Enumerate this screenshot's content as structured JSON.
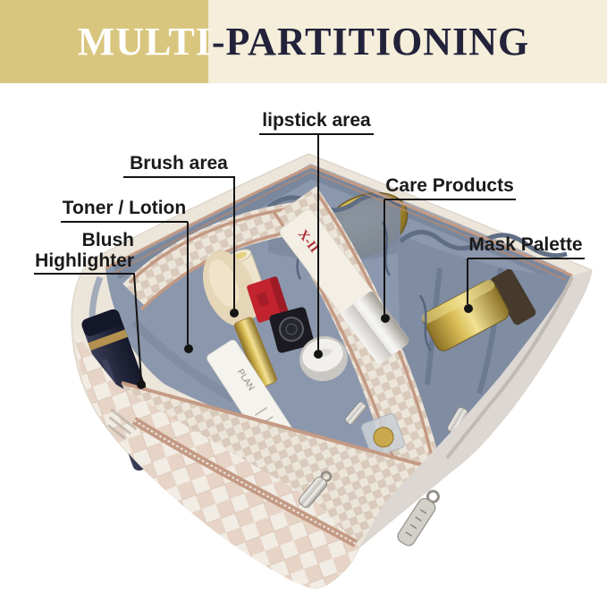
{
  "theme": {
    "background": "#ffffff",
    "banner_gold": "#d9c67e",
    "banner_cream": "#f4eeda",
    "title_navy": "#22223a",
    "title_white": "#ffffff",
    "label_ink": "#1a1a1a",
    "pointer_black": "#141414",
    "bag_ivory": "#ece5da",
    "lining_slate": "#8b97ac",
    "lining_slate_dark": "#7a869c",
    "zipper_rose": "#c49a84",
    "lipstick_red": "#c2232e",
    "bottle_navy": "#262a3c",
    "metal_silver": "#d6d3ce",
    "shell_gray": "#dcd7d2"
  },
  "banner": {
    "title_left": "MULTI",
    "title_right": "-PARTITIONING"
  },
  "labels": {
    "lipstick": "lipstick area",
    "brush": "Brush area",
    "toner": "Toner / Lotion",
    "blush_line1": "Blush",
    "blush_line2": "Highlighter",
    "care": "Care Products",
    "mask": "Mask Palette"
  },
  "photo": {
    "subject": "open multi-compartment travel makeup bag viewed from above, filled with cosmetics",
    "bottle_label_text": "X-II",
    "tube_label_text": "PLAN"
  }
}
